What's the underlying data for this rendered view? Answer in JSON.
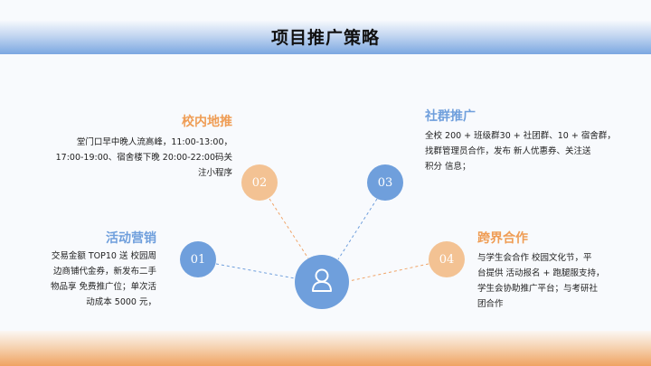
{
  "header": {
    "title": "项目推广策略"
  },
  "colors": {
    "blue": "#6f9fdc",
    "orange": "#f3c293",
    "orange_title": "#ef9d55",
    "header_blue": "#7ba7e1",
    "footer_orange": "#efa362"
  },
  "center": {
    "icon": "user-icon"
  },
  "sections": [
    {
      "number": "01",
      "title": "活动营销",
      "lines": [
        "交易金额 TOP10 送 校园周",
        "边商铺代金券，新发布二手",
        "物品享 免费推广位；单次活",
        "动成本 5000 元，"
      ]
    },
    {
      "number": "02",
      "title": "校内地推",
      "lines": [
        "堂门口早中晚人流高峰，11:00-13:00，",
        "17:00-19:00、宿舍楼下晚 20:00-22:00码关",
        "注小程序"
      ]
    },
    {
      "number": "03",
      "title": "社群推广",
      "lines": [
        "全校 200 + 班级群30 + 社团群、10 + 宿舍群，",
        "找群管理员合作，发布 新人优惠券、关注送",
        "积分 信息；"
      ]
    },
    {
      "number": "04",
      "title": "跨界合作",
      "lines": [
        "与学生会合作 校园文化节，平",
        "台提供 活动报名 + 跑腿服支持，",
        "学生会协助推广平台；与考研社",
        "团合作"
      ]
    }
  ]
}
